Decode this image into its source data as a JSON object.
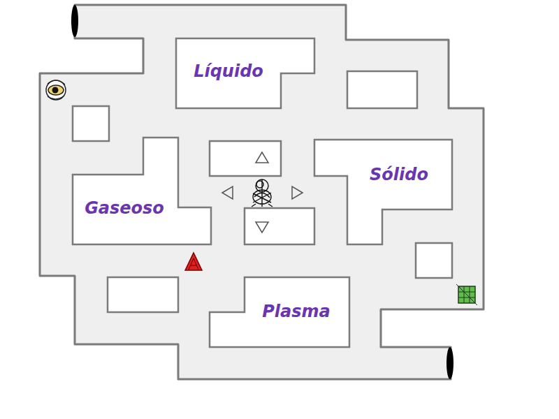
{
  "diagram": {
    "nodes": [
      {
        "text": [
          "Líquido"
        ]
      },
      {
        "text": [
          "Gaseoso"
        ]
      },
      {
        "text": [
          "Sólido"
        ]
      },
      {
        "text": [
          "Plasma"
        ]
      }
    ]
  }
}
